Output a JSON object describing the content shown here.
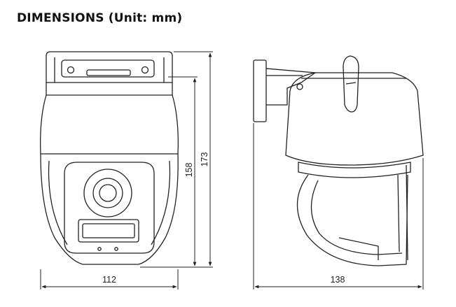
{
  "title": "DIMENSIONS (Unit: mm)",
  "dimensions": {
    "front_width": "112",
    "front_body_height": "158",
    "front_total_height": "173",
    "side_depth": "138"
  }
}
